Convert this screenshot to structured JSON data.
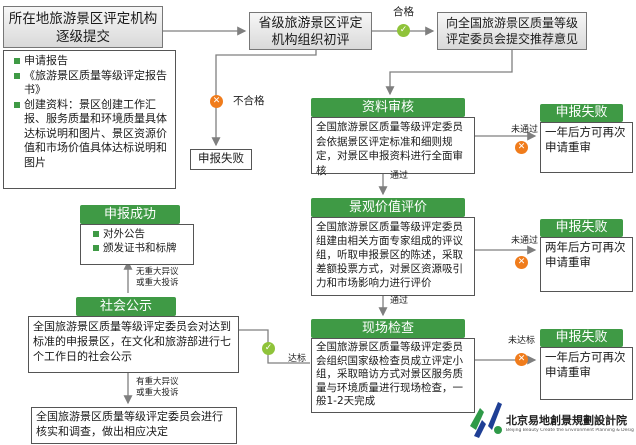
{
  "colors": {
    "green": "#3f9a45",
    "arrow": "#7f7f7f",
    "ok": "#8fc33a",
    "fail": "#f07c1c"
  },
  "top_left": {
    "title": "所在地旅游景区评定机构逐级提交",
    "items": [
      "申请报告",
      "《旅游景区质量等级评定报告书》",
      "创建资料：景区创建工作汇报、服务质量和环境质量具体达标说明和图片、景区资源价值和市场价值具体达标说明和图片"
    ]
  },
  "provincial": {
    "text": "省级旅游景区评定机构组织初评"
  },
  "national_submit": {
    "text": "向全国旅游景区质量等级评定委员会提交推荐意见"
  },
  "labels": {
    "pass_top": "合格",
    "fail_top": "不合格",
    "pass1": "通过",
    "pass2": "通过",
    "reach": "达标",
    "not_pass1": "未通过",
    "not_pass2": "未通过",
    "not_reach": "未达标",
    "no_objection": "无重大异议或重大投诉",
    "has_objection": "有重大异议或重大投诉"
  },
  "icons": {
    "ok": "check-icon",
    "fail": "x-icon"
  },
  "fail_left": {
    "text": "申报失败"
  },
  "review": {
    "title": "资料审核",
    "text": "全国旅游景区质量等级评定委员会依据景区评定标准和细则规定，对景区申报资料进行全面审核"
  },
  "value_eval": {
    "title": "景观价值评价",
    "text": "全国旅游景区质量等级评定委员组建由相关方面专家组成的评议组，听取申报景区的陈述，采取差额投票方式，对景区资源吸引力和市场影响力进行评价"
  },
  "inspection": {
    "title": "现场检查",
    "text": "全国旅游景区质量等级评定委员会组织国家级检查员成立评定小组，采取暗访方式对景区服务质量与环境质量进行现场检查，一般1-2天完成"
  },
  "fail_boxes": [
    {
      "title": "申报失败",
      "text": "一年后方可再次申请重审"
    },
    {
      "title": "申报失败",
      "text": "两年后方可再次申请重审"
    },
    {
      "title": "申报失败",
      "text": "一年后方可再次申请重审"
    }
  ],
  "success": {
    "title": "申报成功",
    "items": [
      "对外公告",
      "颁发证书和标牌"
    ]
  },
  "publicity": {
    "title": "社会公示",
    "text": "全国旅游景区质量等级评定委员会对达到标准的申报景区，在文化和旅游部进行七个工作日的社会公示"
  },
  "verify": {
    "text": "全国旅游景区质量等级评定委员会进行核实和调查，做出相应决定"
  },
  "logo": {
    "name_cn": "北京易地創景規劃設計院",
    "name_en": "Beijing Beauty Create the Environment Planning & Design Institute"
  }
}
